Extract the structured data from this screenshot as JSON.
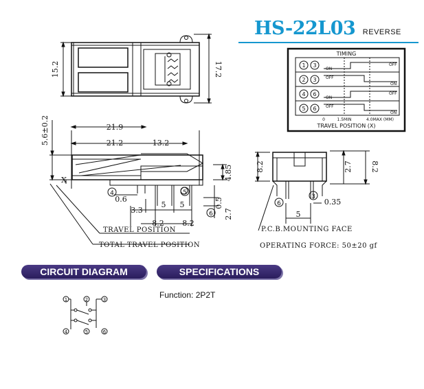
{
  "header": {
    "model": "HS-22L03",
    "variant": "REVERSE"
  },
  "timing": {
    "title": "TIMING",
    "rows": [
      {
        "pins": [
          "1",
          "3"
        ],
        "start": "ON",
        "end": "OFF"
      },
      {
        "pins": [
          "2",
          "3"
        ],
        "start": "OFF",
        "end": "ON"
      },
      {
        "pins": [
          "4",
          "6"
        ],
        "start": "ON",
        "end": "OFF"
      },
      {
        "pins": [
          "5",
          "6"
        ],
        "start": "OFF",
        "end": "ON"
      }
    ],
    "scale": {
      "zero": "0",
      "min": "1.5MIN",
      "max": "4.0MAX (MM)"
    },
    "axis_label": "TRAVEL POSITION (X)"
  },
  "dimensions": {
    "top_height": "15.2",
    "top_total_height": "17.2",
    "side_height": "5.6±0.2",
    "overall_length": "21.9",
    "body_length": "21.2",
    "body_right": "13.2",
    "h_right": "4.85",
    "lead_len": "2.7",
    "lead_width": "0.5",
    "x_label": "X",
    "a_06": "0.6",
    "a_33": "3.3",
    "a_5a": "5",
    "a_5b": "5",
    "a_82a": "8.2",
    "a_82b": "8.2",
    "front_h": "8.2",
    "front_h2": "8.2",
    "front_lead": "2.7",
    "front_w": "0.35",
    "front_pitch": "5"
  },
  "pins": {
    "p3": "3",
    "p4": "4",
    "p5": "5",
    "p6": "6"
  },
  "labels": {
    "travel_position": "TRAVEL POSITION",
    "total_travel_position": "TOTAL TRAVEL POSITION",
    "pcb_face": "P.C.B.MOUNTING FACE",
    "operating_force": "OPERATING FORCE: 50±20 gf"
  },
  "sections": {
    "circuit": "CIRCUIT DIAGRAM",
    "specs": "SPECIFICATIONS"
  },
  "specs": {
    "function": "Function: 2P2T"
  },
  "circuit": {
    "pins": [
      "1",
      "2",
      "3",
      "4",
      "5",
      "6"
    ]
  }
}
